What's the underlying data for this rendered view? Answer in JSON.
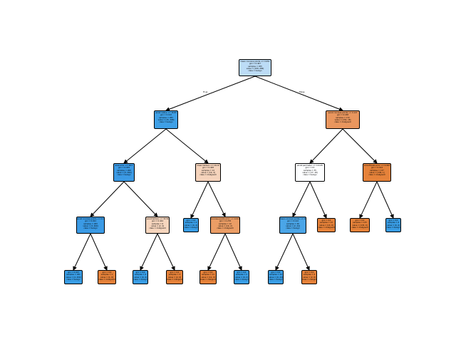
{
  "colors": {
    "benign": "#3a97e8",
    "malignant": "#e5813a"
  },
  "edge_labels": {
    "left": "True",
    "right": "False"
  },
  "nodes": [
    {
      "id": "n0",
      "fill": "#bcdcf6",
      "lines": [
        "mean concave points <= 0.051",
        "gini = 0.467",
        "samples = 455",
        "value = [169, 286]",
        "class = benign"
      ]
    },
    {
      "id": "n1",
      "fill": "#3fa0e6",
      "lines": [
        "worst radius <= 16.83",
        "gini = 0.102",
        "samples = 283",
        "value = [15, 268]",
        "class = benign"
      ]
    },
    {
      "id": "n2",
      "fill": "#e9965e",
      "lines": [
        "worst concave points <= 0.147",
        "gini = 0.188",
        "samples = 172",
        "value = [154, 18]",
        "class = malignant"
      ]
    },
    {
      "id": "n3",
      "fill": "#3b9ae5",
      "lines": [
        "area error <= 48.7",
        "gini = 0.039",
        "samples = 269",
        "value = [5, 264]",
        "class = benign"
      ]
    },
    {
      "id": "n4",
      "fill": "#f5d3bb",
      "lines": [
        "mean texture <= 16.19",
        "gini = 0.408",
        "samples = 14",
        "value = [10, 4]",
        "class = malignant"
      ]
    },
    {
      "id": "n5",
      "fill": "#fdfeff",
      "lines": [
        "worst perimeter <= 114.45",
        "gini = 0.5",
        "samples = 35",
        "value = [17, 18]",
        "class = benign"
      ]
    },
    {
      "id": "n6",
      "fill": "#e5823a",
      "lines": [
        "smoothness error <= 0.024",
        "gini = 0.014",
        "samples = 137",
        "value = [136, 1]",
        "class = malignant"
      ]
    },
    {
      "id": "n7",
      "fill": "#3a9ae5",
      "lines": [
        "worst concave points <= 0.135",
        "gini = 0.022",
        "samples = 263",
        "value = [3, 260]",
        "class = benign"
      ]
    },
    {
      "id": "n8",
      "fill": "#f6d5bd",
      "lines": [
        "worst texture <= 33.56",
        "gini = 0.444",
        "samples = 6",
        "value = [2, 4]",
        "class = malignant"
      ]
    },
    {
      "id": "n9",
      "fill": "#399de5",
      "lines": [
        "gini = 0.0",
        "samples = 4",
        "value = [0, 4]",
        "class = benign"
      ]
    },
    {
      "id": "n10",
      "fill": "#eb9d65",
      "lines": [
        "concave points error <= 0.011",
        "gini = 0.278",
        "samples = 12",
        "value = [10, 2]",
        "class = malignant"
      ]
    },
    {
      "id": "n11",
      "fill": "#4aa5e7",
      "lines": [
        "mean concave points <= 0.079",
        "gini = 0.142",
        "samples = 26",
        "value = [2, 24]",
        "class = benign"
      ]
    },
    {
      "id": "n12",
      "fill": "#e58139",
      "lines": [
        "gini = 0.0",
        "samples = 13",
        "value = [13, 0]",
        "class = malignant"
      ]
    },
    {
      "id": "n13",
      "fill": "#e58139",
      "lines": [
        "gini = 0.0",
        "samples = 133",
        "value = [133, 0]",
        "class = malignant"
      ]
    },
    {
      "id": "n14",
      "fill": "#399de5",
      "lines": [
        "gini = 0.0",
        "samples = 4",
        "value = [0, 4]",
        "class = benign"
      ]
    },
    {
      "id": "n15",
      "fill": "#399de5",
      "lines": [
        "gini = 0.015",
        "samples = 261",
        "value = [2, 259]",
        "class = benign"
      ]
    },
    {
      "id": "n16",
      "fill": "#e58139",
      "lines": [
        "gini = 0.0",
        "samples = 1",
        "value = [1, 0]",
        "class = malignant"
      ]
    },
    {
      "id": "n17",
      "fill": "#399de5",
      "lines": [
        "gini = 0.0",
        "samples = 4",
        "value = [0, 4]",
        "class = benign"
      ]
    },
    {
      "id": "n18",
      "fill": "#e58139",
      "lines": [
        "gini = 0.0",
        "samples = 2",
        "value = [2, 0]",
        "class = malignant"
      ]
    },
    {
      "id": "n19",
      "fill": "#e58139",
      "lines": [
        "gini = 0.0",
        "samples = 11",
        "value = [11, 0]",
        "class = malignant"
      ]
    },
    {
      "id": "n20",
      "fill": "#399de5",
      "lines": [
        "gini = 0.0",
        "samples = 2",
        "value = [0, 2]",
        "class = benign"
      ]
    },
    {
      "id": "n21",
      "fill": "#399de5",
      "lines": [
        "gini = 0.0",
        "samples = 24",
        "value = [0, 24]",
        "class = benign"
      ]
    },
    {
      "id": "n22",
      "fill": "#e58139",
      "lines": [
        "gini = 0.0",
        "samples = 2",
        "value = [2, 0]",
        "class = malignant"
      ]
    }
  ],
  "edges": [
    [
      "n0",
      "n1"
    ],
    [
      "n0",
      "n2"
    ],
    [
      "n1",
      "n3"
    ],
    [
      "n1",
      "n4"
    ],
    [
      "n2",
      "n5"
    ],
    [
      "n2",
      "n6"
    ],
    [
      "n3",
      "n7"
    ],
    [
      "n3",
      "n8"
    ],
    [
      "n4",
      "n9"
    ],
    [
      "n4",
      "n10"
    ],
    [
      "n5",
      "n11"
    ],
    [
      "n5",
      "n12"
    ],
    [
      "n6",
      "n13"
    ],
    [
      "n6",
      "n14"
    ],
    [
      "n7",
      "n15"
    ],
    [
      "n7",
      "n16"
    ],
    [
      "n8",
      "n17"
    ],
    [
      "n8",
      "n18"
    ],
    [
      "n10",
      "n19"
    ],
    [
      "n10",
      "n20"
    ],
    [
      "n11",
      "n21"
    ],
    [
      "n11",
      "n22"
    ]
  ]
}
